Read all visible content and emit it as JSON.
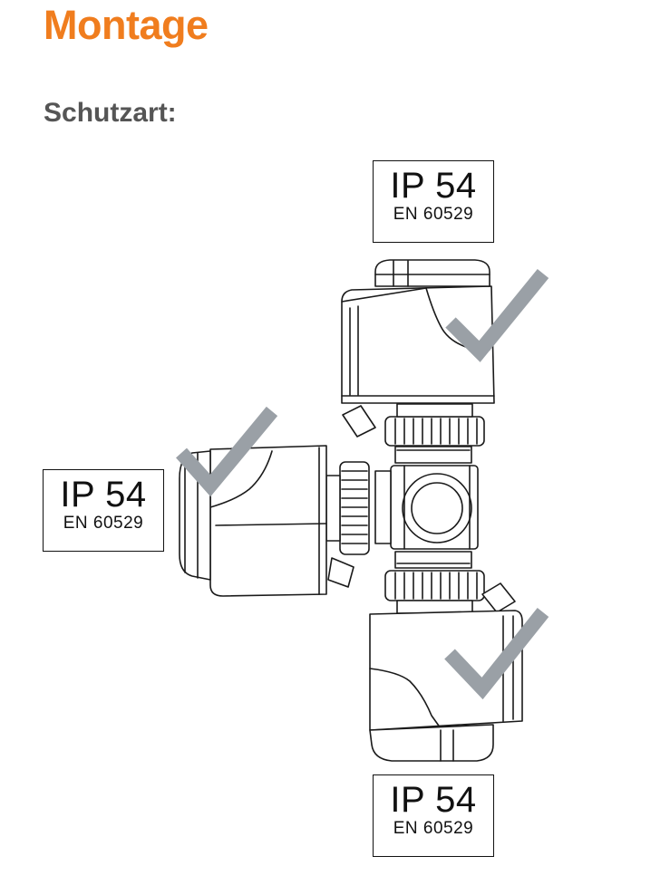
{
  "heading": "Montage",
  "section_label": "Schutzart:",
  "ip_labels": [
    {
      "rating": "IP 54",
      "standard": "EN 60529"
    },
    {
      "rating": "IP 54",
      "standard": "EN 60529"
    },
    {
      "rating": "IP 54",
      "standard": "EN 60529"
    }
  ],
  "colors": {
    "heading": "#f07d1e",
    "section_label": "#555555",
    "check_mark": "#9aa0a6",
    "line": "#1a1a1a"
  },
  "icons": [
    "check-icon",
    "check-icon",
    "check-icon"
  ]
}
